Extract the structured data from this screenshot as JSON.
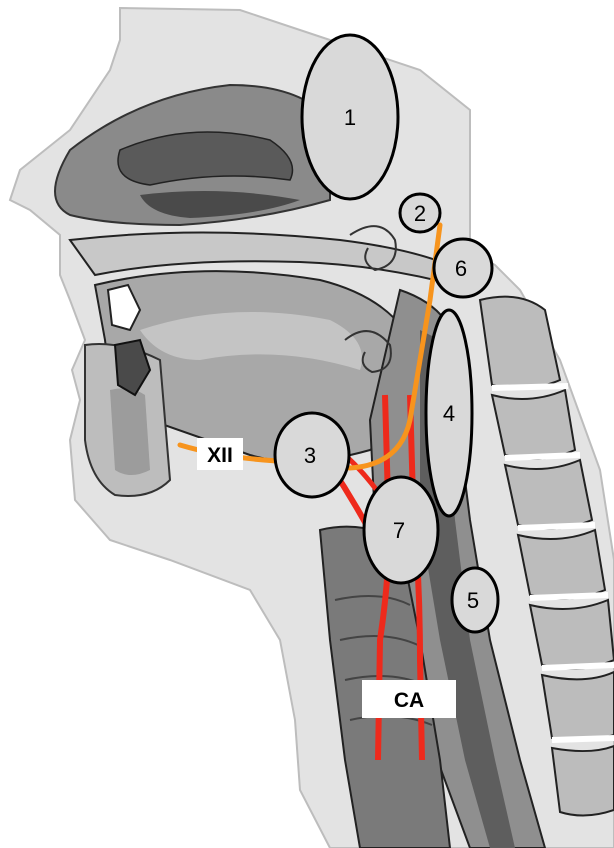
{
  "zones": [
    {
      "id": "1",
      "label": "1"
    },
    {
      "id": "2",
      "label": "2"
    },
    {
      "id": "3",
      "label": "3"
    },
    {
      "id": "4",
      "label": "4"
    },
    {
      "id": "5",
      "label": "5"
    },
    {
      "id": "6",
      "label": "6"
    },
    {
      "id": "7",
      "label": "7"
    }
  ],
  "labels": {
    "nerve": "XII",
    "artery": "CA"
  },
  "colors": {
    "zone_fill": "#d9d9d9",
    "zone_stroke": "#000000",
    "nerve": "#f7941d",
    "artery": "#ee2a1c",
    "tissue_light": "#d4d4d4",
    "tissue_mid": "#9a9a9a",
    "tissue_dark": "#5a5a5a",
    "outline": "#1a1a1a"
  }
}
